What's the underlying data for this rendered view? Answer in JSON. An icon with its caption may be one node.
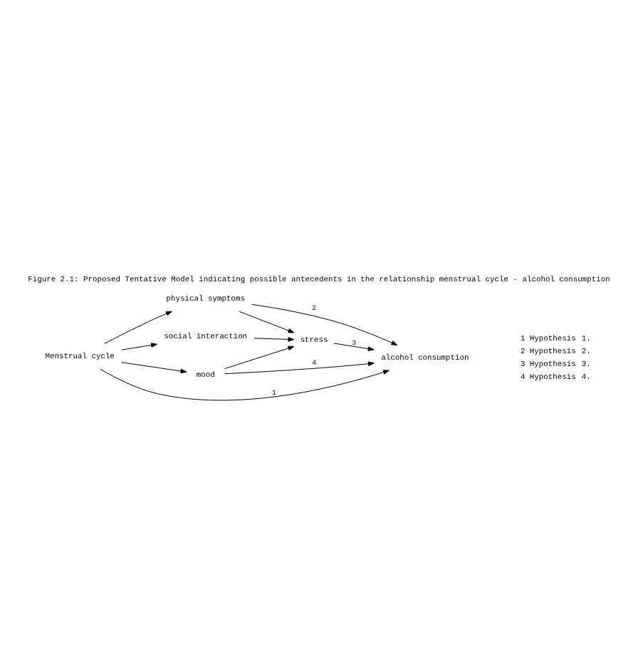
{
  "diagram": {
    "title": "Figure 2.1: Proposed Tentative Model indicating possible antecedents in the relationship menstrual cycle - alcohol consumption",
    "nodes": [
      {
        "text": [
          "Menstrual cycle"
        ]
      },
      {
        "text": [
          "physical symptoms"
        ]
      },
      {
        "text": [
          "social interaction"
        ]
      },
      {
        "text": [
          "mood"
        ]
      },
      {
        "text": [
          "stress"
        ]
      },
      {
        "text": [
          "alcohol consumption"
        ]
      }
    ],
    "edges": [
      {
        "from": 0,
        "to": 5,
        "arrow": "to",
        "label": "1"
      },
      {
        "from": 0,
        "to": 1,
        "arrow": "to"
      },
      {
        "from": 0,
        "to": 2,
        "arrow": "to"
      },
      {
        "from": 0,
        "to": 3,
        "arrow": "to"
      },
      {
        "from": 1,
        "to": 5,
        "arrow": "to",
        "label": "2"
      },
      {
        "from": 1,
        "to": 4,
        "arrow": "to"
      },
      {
        "from": 2,
        "to": 4,
        "arrow": "to"
      },
      {
        "from": 3,
        "to": 4,
        "arrow": "to"
      },
      {
        "from": 4,
        "to": 5,
        "arrow": "to",
        "label": "3"
      },
      {
        "from": 3,
        "to": 5,
        "arrow": "to",
        "label": "4"
      }
    ],
    "labels": [
      "1",
      "Hypothesis",
      "1.",
      "2",
      "Hypothesis",
      "2.",
      "3",
      "Hypothesis",
      "3.",
      "4",
      "Hypothesis",
      "4."
    ]
  }
}
